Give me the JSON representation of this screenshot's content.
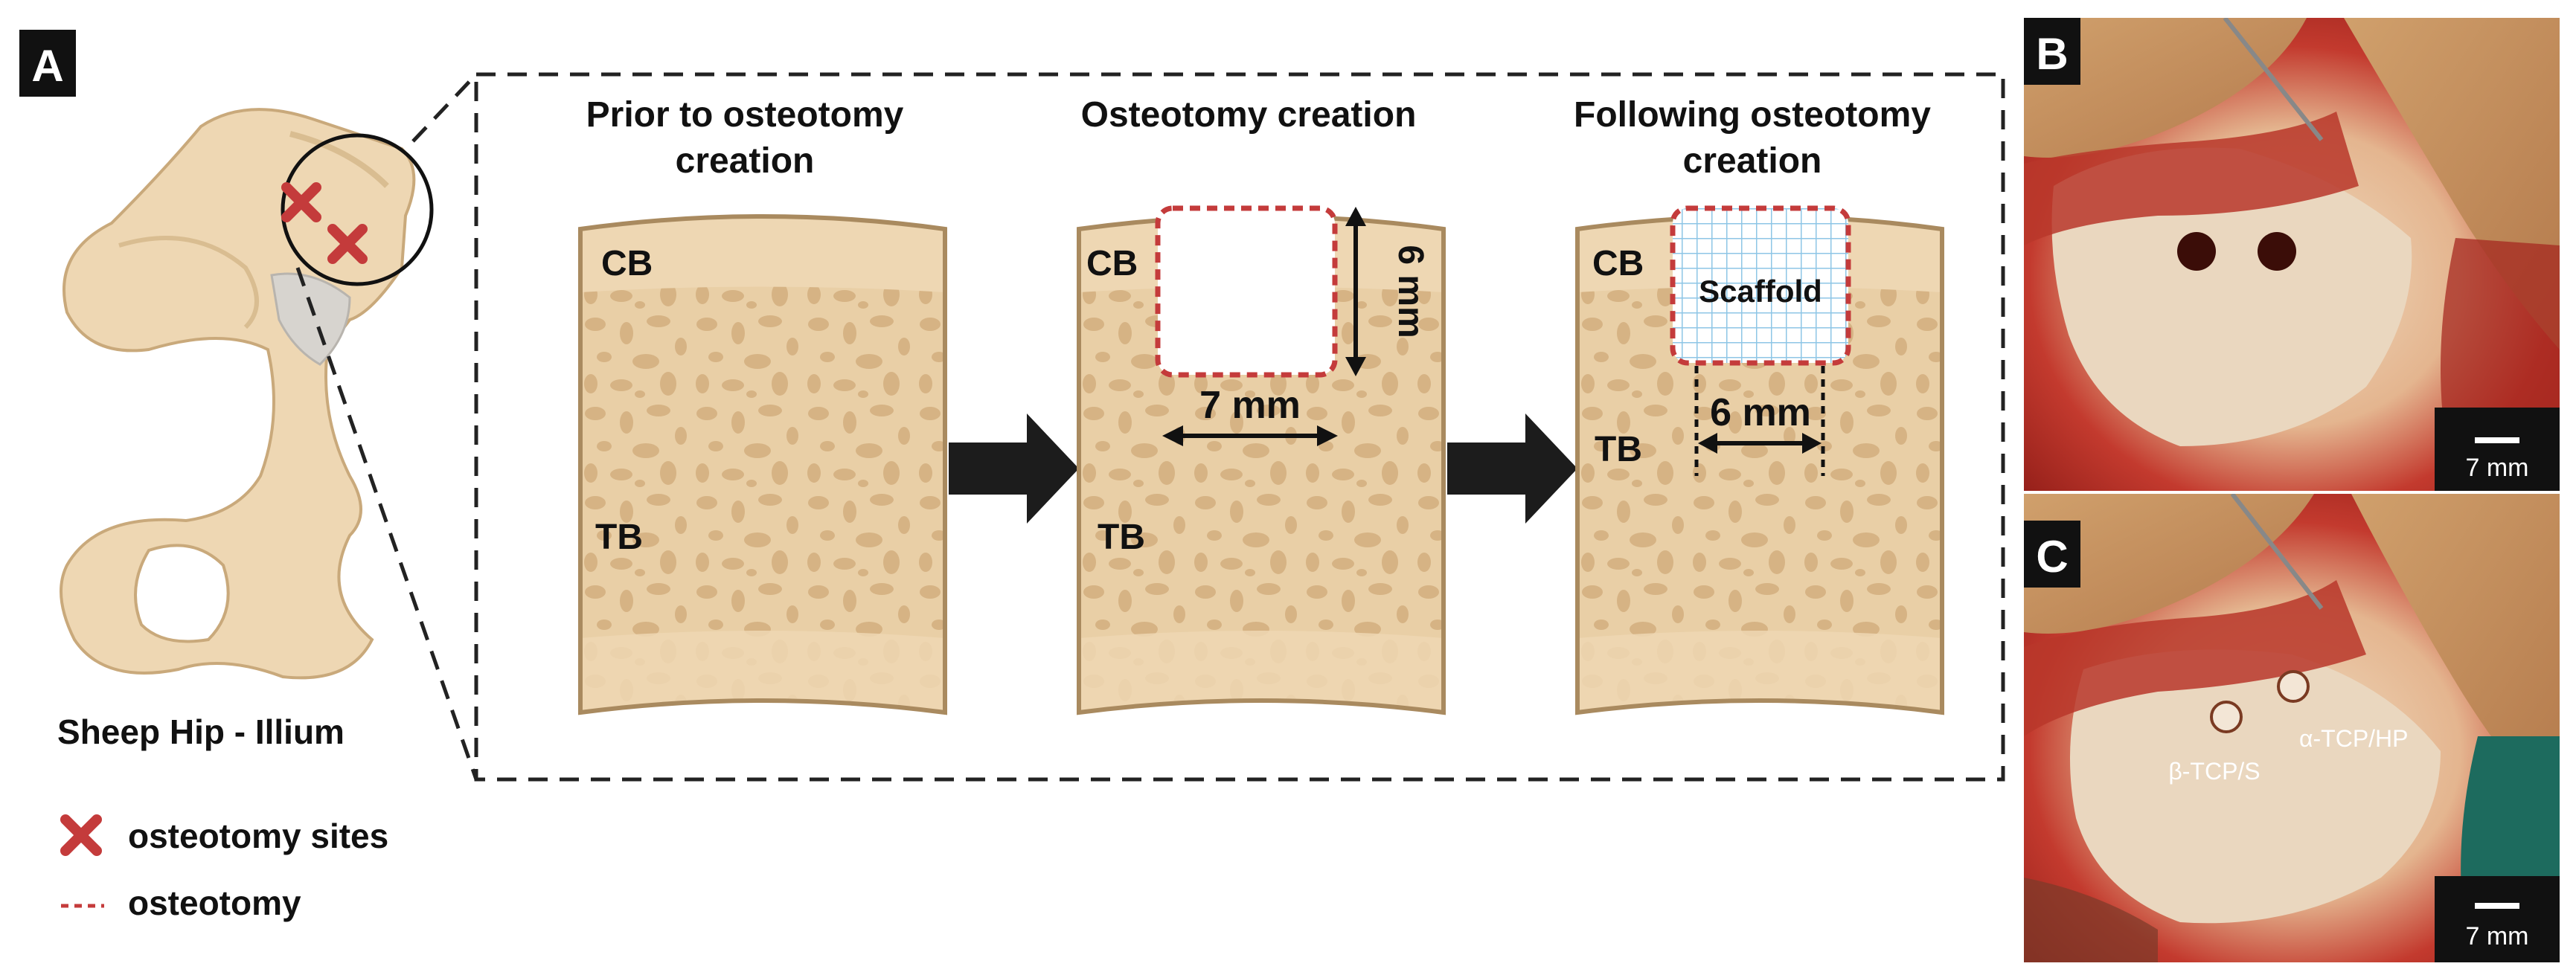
{
  "panels": {
    "a": {
      "letter": "A",
      "hip_caption": "Sheep Hip - Illium",
      "legend": {
        "sites_label": "osteotomy sites",
        "osteotomy_label": "osteotomy"
      },
      "stages": [
        {
          "title_line1": "Prior to osteotomy",
          "title_line2": "creation"
        },
        {
          "title_line1": "Osteotomy creation",
          "title_line2": ""
        },
        {
          "title_line1": "Following osteotomy",
          "title_line2": "creation"
        }
      ],
      "labels": {
        "cb": "CB",
        "tb": "TB",
        "depth": "6 mm",
        "width_created": "7 mm",
        "width_filled": "6 mm",
        "scaffold": "Scaffold"
      }
    },
    "b": {
      "letter": "B",
      "scale_bar": "7 mm"
    },
    "c": {
      "letter": "C",
      "scale_bar": "7 mm",
      "label_ahp": "α-TCP/HP",
      "label_bs": "β-TCP/S"
    }
  },
  "colors": {
    "bone": "#eed7b3",
    "bone_edge": "#a98a5f",
    "trabeculae": "#d6b384",
    "osteotomy_red": "#c43b3b",
    "scaffold_blue": "#8ec6e6",
    "arrow": "#1c1c1c"
  }
}
